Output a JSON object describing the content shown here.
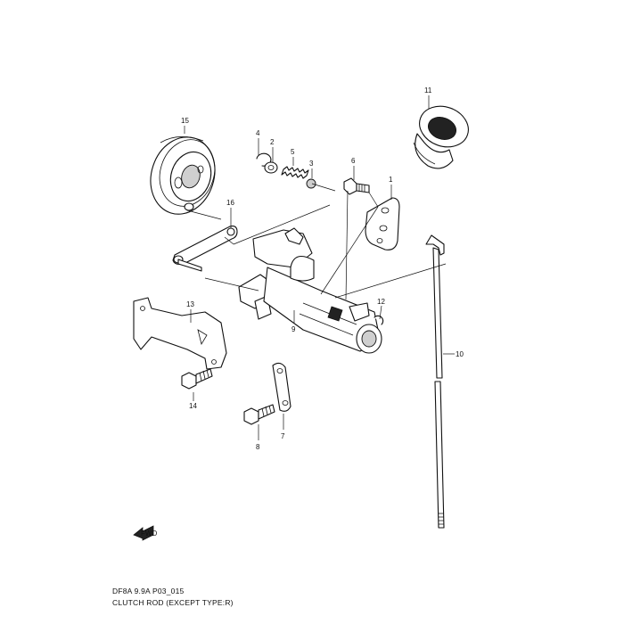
{
  "diagram": {
    "callouts": [
      "1",
      "2",
      "3",
      "4",
      "5",
      "6",
      "7",
      "8",
      "9",
      "10",
      "11",
      "12",
      "13",
      "14",
      "15",
      "16"
    ],
    "caption_line1": "DF8A 9.9A P03_015",
    "caption_line2": "CLUTCH ROD (EXCEPT TYPE:R)",
    "front_arrow_label": "FWD"
  }
}
